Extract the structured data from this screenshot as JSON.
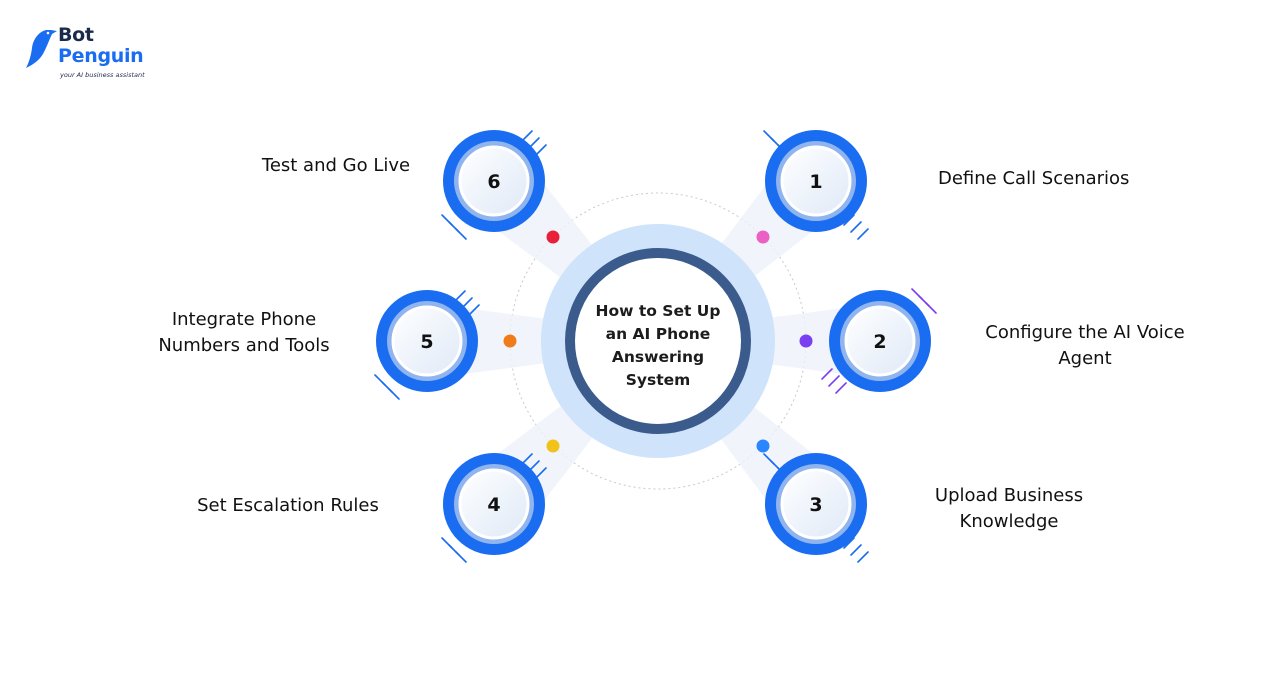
{
  "brand": {
    "line1": "Bot",
    "line2": "Penguin",
    "tagline": "your AI business assistant",
    "icon": "penguin-logo-icon"
  },
  "center": {
    "title": "How to Set Up an AI Phone Answering System"
  },
  "steps": [
    {
      "number": "1",
      "label": "Define Call Scenarios",
      "dot_color": "#ec5fc5"
    },
    {
      "number": "2",
      "label": "Configure the AI Voice Agent",
      "dot_color": "#7b3ff2"
    },
    {
      "number": "3",
      "label": "Upload Business Knowledge",
      "dot_color": "#2a86ff"
    },
    {
      "number": "4",
      "label": "Set Escalation Rules",
      "dot_color": "#f0c21a"
    },
    {
      "number": "5",
      "label": "Integrate Phone Numbers and Tools",
      "dot_color": "#f07b1a"
    },
    {
      "number": "6",
      "label": "Test and Go Live",
      "dot_color": "#e8203a"
    }
  ],
  "colors": {
    "accent_blue": "#1a6df0",
    "center_outer": "#cfe3fb",
    "center_ring": "#3a5b8c",
    "dotted_ring": "#c9c9c9"
  }
}
